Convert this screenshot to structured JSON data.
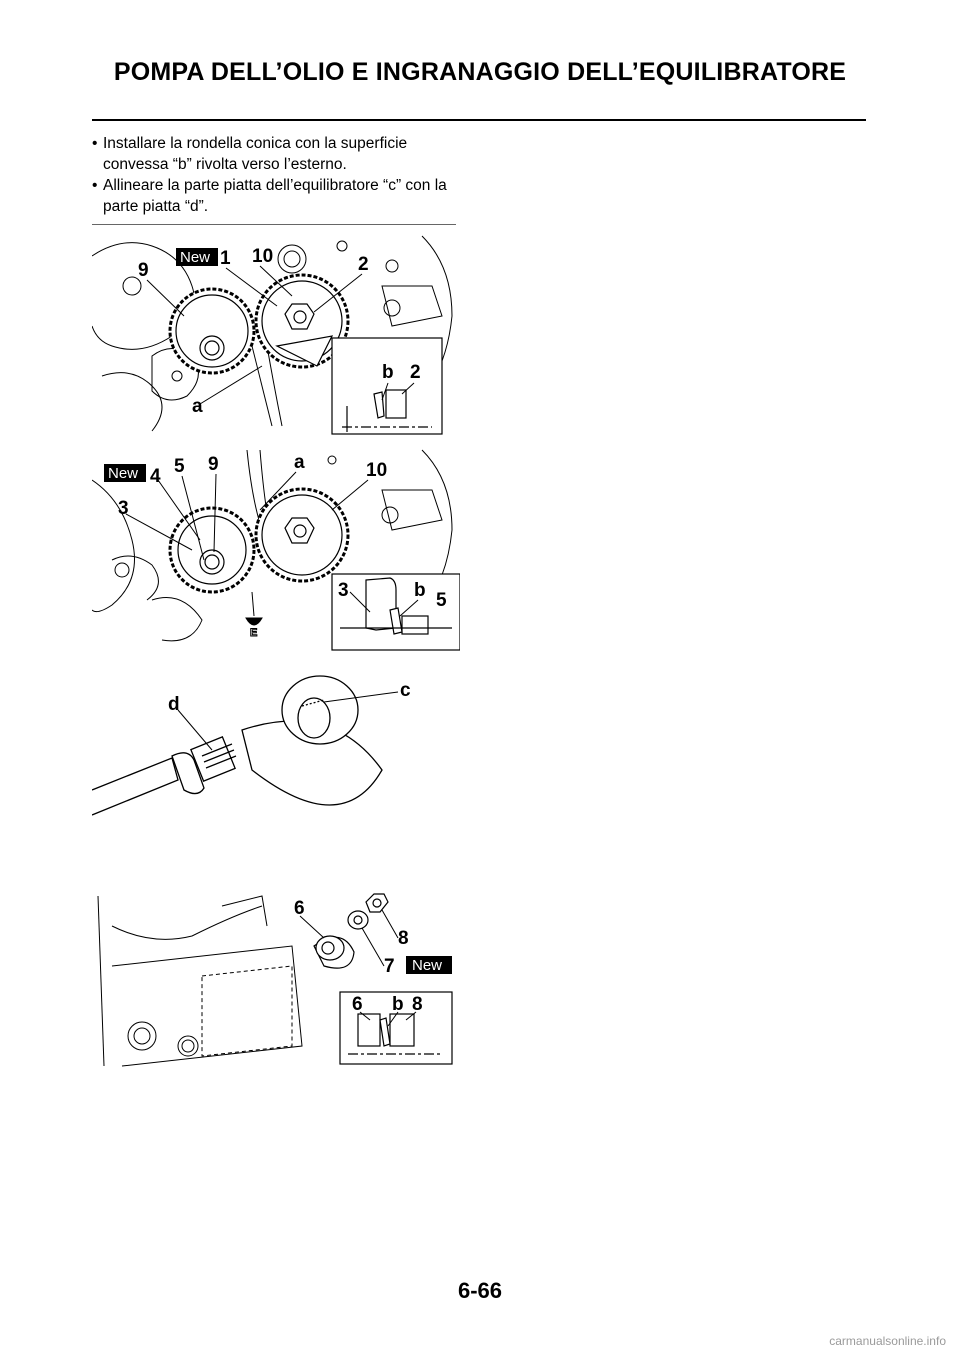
{
  "page": {
    "title": "POMPA DELL’OLIO E INGRANAGGIO DELL’EQUILIBRATORE",
    "page_number": "6-66",
    "watermark": "carmanualsonline.info"
  },
  "bullets": [
    "Installare la rondella conica con la superficie convessa “b” rivolta verso l’esterno.",
    "Allineare la parte piatta dell’equilibratore “c” con la parte piatta “d”."
  ],
  "figure1": {
    "new_badge": "New",
    "labels": {
      "l9": "9",
      "l1": "1",
      "l10": "10",
      "l2": "2",
      "la": "a"
    },
    "inset": {
      "lb": "b",
      "l2": "2"
    }
  },
  "figure2": {
    "new_badge": "New",
    "labels": {
      "l4": "4",
      "l5": "5",
      "l9": "9",
      "la": "a",
      "l10": "10",
      "l3": "3"
    },
    "inset": {
      "l3": "3",
      "lb": "b",
      "l5": "5"
    },
    "oil_icon_letter": "E"
  },
  "figure3": {
    "labels": {
      "ld": "d",
      "lc": "c"
    }
  },
  "figure4": {
    "new_badge": "New",
    "labels": {
      "l6": "6",
      "l8": "8",
      "l7": "7"
    },
    "inset": {
      "l6": "6",
      "lb": "b",
      "l8": "8"
    }
  }
}
